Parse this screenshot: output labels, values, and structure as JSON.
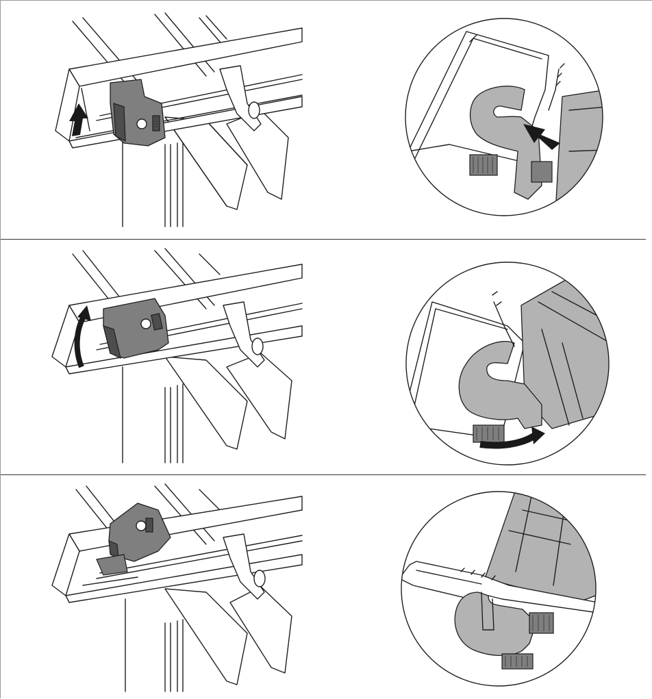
{
  "figure": {
    "steps": [
      {
        "id": 1,
        "action": "lift-clamp-up",
        "arrow": "straight-up",
        "detail_arrow": "diagonal-up-left"
      },
      {
        "id": 2,
        "action": "rotate-clamp",
        "arrow": "curved-up",
        "detail_arrow": "curved-right"
      },
      {
        "id": 3,
        "action": "clamp-locked",
        "arrow": "none",
        "detail_arrow": "none"
      }
    ],
    "colors": {
      "part": "#7f7f7f",
      "part_dark": "#4d4d4d",
      "detail_part": "#b3b3b3",
      "arrow": "#1a1a1a",
      "line": "#1e1e1e"
    }
  }
}
